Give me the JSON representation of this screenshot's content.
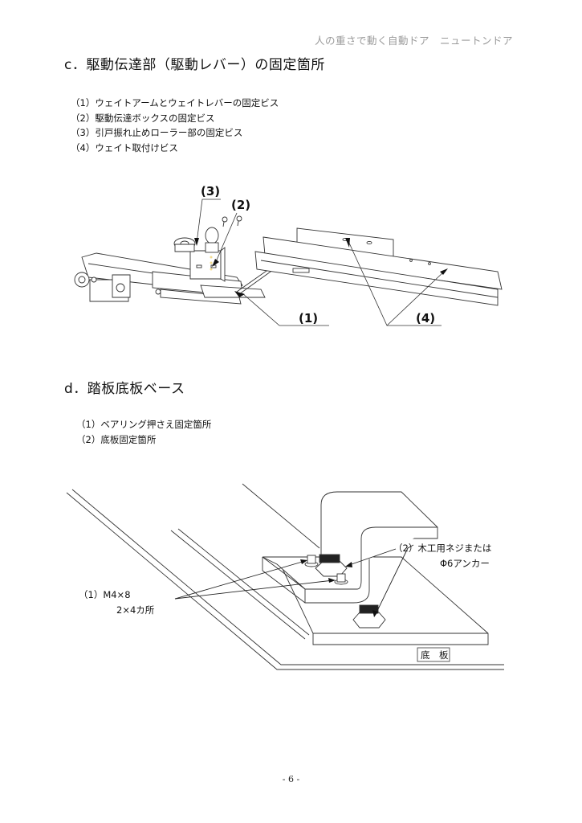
{
  "header": {
    "title": "人の重さで動く自動ドア　ニュートンドア"
  },
  "section_c": {
    "heading": "c．駆動伝達部（駆動レバー）の固定箇所",
    "items": [
      "（1）ウェイトアームとウェイトレバーの固定ビス",
      "（2）駆動伝達ボックスの固定ビス",
      "（3）引戸振れ止めローラー部の固定ビス",
      "（4）ウェイト取付けビス"
    ],
    "figure_labels": {
      "l1": "(1)",
      "l2": "(2)",
      "l3": "(3)",
      "l4": "(4)"
    }
  },
  "section_d": {
    "heading": "d．踏板底板ベース",
    "items": [
      "（1）ベアリング押さえ固定箇所",
      "（2）底板固定箇所"
    ],
    "figure_labels": {
      "callout1_line1": "（1）M4×8",
      "callout1_line2": "2×4カ所",
      "callout2_line1": "（2）木工用ネジまたは",
      "callout2_line2": "Φ6アンカー",
      "base_plate": "底　板"
    }
  },
  "footer": {
    "page_number": "- 6 -"
  }
}
